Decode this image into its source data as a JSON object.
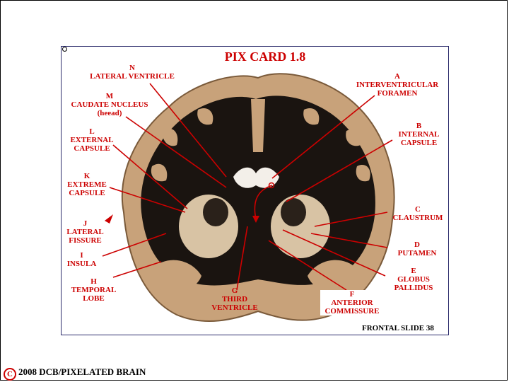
{
  "title": "PIX CARD 1.8",
  "slide_label": "FRONTAL SLIDE 38",
  "copyright": {
    "symbol": "C",
    "text": "2008  DCB/PIXELATED BRAIN"
  },
  "labels": {
    "A": {
      "letter": "A",
      "lines": [
        "INTERVENTRICULAR",
        "FORAMEN"
      ]
    },
    "B": {
      "letter": "B",
      "lines": [
        "INTERNAL",
        "CAPSULE"
      ]
    },
    "C": {
      "letter": "C",
      "lines": [
        "CLAUSTRUM"
      ]
    },
    "D": {
      "letter": "D",
      "lines": [
        "PUTAMEN"
      ]
    },
    "E": {
      "letter": "E",
      "lines": [
        "GLOBUS",
        "PALLIDUS"
      ]
    },
    "F": {
      "letter": "F",
      "lines": [
        "ANTERIOR",
        "COMMISSURE"
      ]
    },
    "G": {
      "letter": "G",
      "lines": [
        "THIRD",
        "VENTRICLE"
      ]
    },
    "H": {
      "letter": "H",
      "lines": [
        "TEMPORAL",
        "LOBE"
      ]
    },
    "I": {
      "letter": "I",
      "lines": [
        "INSULA"
      ]
    },
    "J": {
      "letter": "J",
      "lines": [
        "LATERAL",
        "FISSURE"
      ]
    },
    "K": {
      "letter": "K",
      "lines": [
        "EXTREME",
        "CAPSULE"
      ]
    },
    "L": {
      "letter": "L",
      "lines": [
        "EXTERNAL",
        "CAPSULE"
      ]
    },
    "M": {
      "letter": "M",
      "lines": [
        "CAUDATE NUCLEUS",
        "(heead)"
      ]
    },
    "N": {
      "letter": "N",
      "lines": [
        "LATERAL VENTRICLE"
      ]
    }
  },
  "colors": {
    "label": "#cc0000",
    "gray_matter": "#c8a27a",
    "white_matter": "#1a1410",
    "frame": "#2b2b6b"
  }
}
